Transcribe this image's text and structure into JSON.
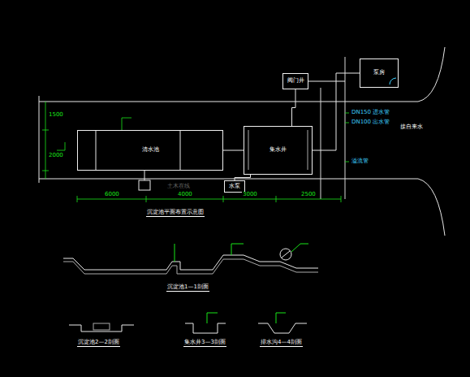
{
  "diagram": {
    "nodes": [
      {
        "text": [
          "清水池"
        ]
      },
      {
        "text": [
          "阀门井"
        ]
      },
      {
        "text": [
          "泵房"
        ]
      },
      {
        "text": [
          "集水井"
        ]
      },
      {
        "text": [
          "水泵"
        ]
      }
    ],
    "edges": [
      {
        "from": 0,
        "to": 3,
        "arrow": "none"
      },
      {
        "from": 1,
        "to": 3,
        "arrow": "none"
      },
      {
        "from": 2,
        "to": 3,
        "arrow": "none"
      },
      {
        "from": 4,
        "to": 3,
        "arrow": "none"
      }
    ],
    "labels": [
      "接自来水",
      "沉淀池平面布置示意图",
      "DN150 进水管",
      "DN100 出水管",
      "溢流管",
      "沉淀池1—1剖面",
      "沉淀池2—2剖面",
      "集水井3—3剖面",
      "排水沟4—4剖面",
      "土木在线",
      "1500",
      "2000",
      "6000",
      "4000",
      "3000",
      "2500"
    ]
  }
}
